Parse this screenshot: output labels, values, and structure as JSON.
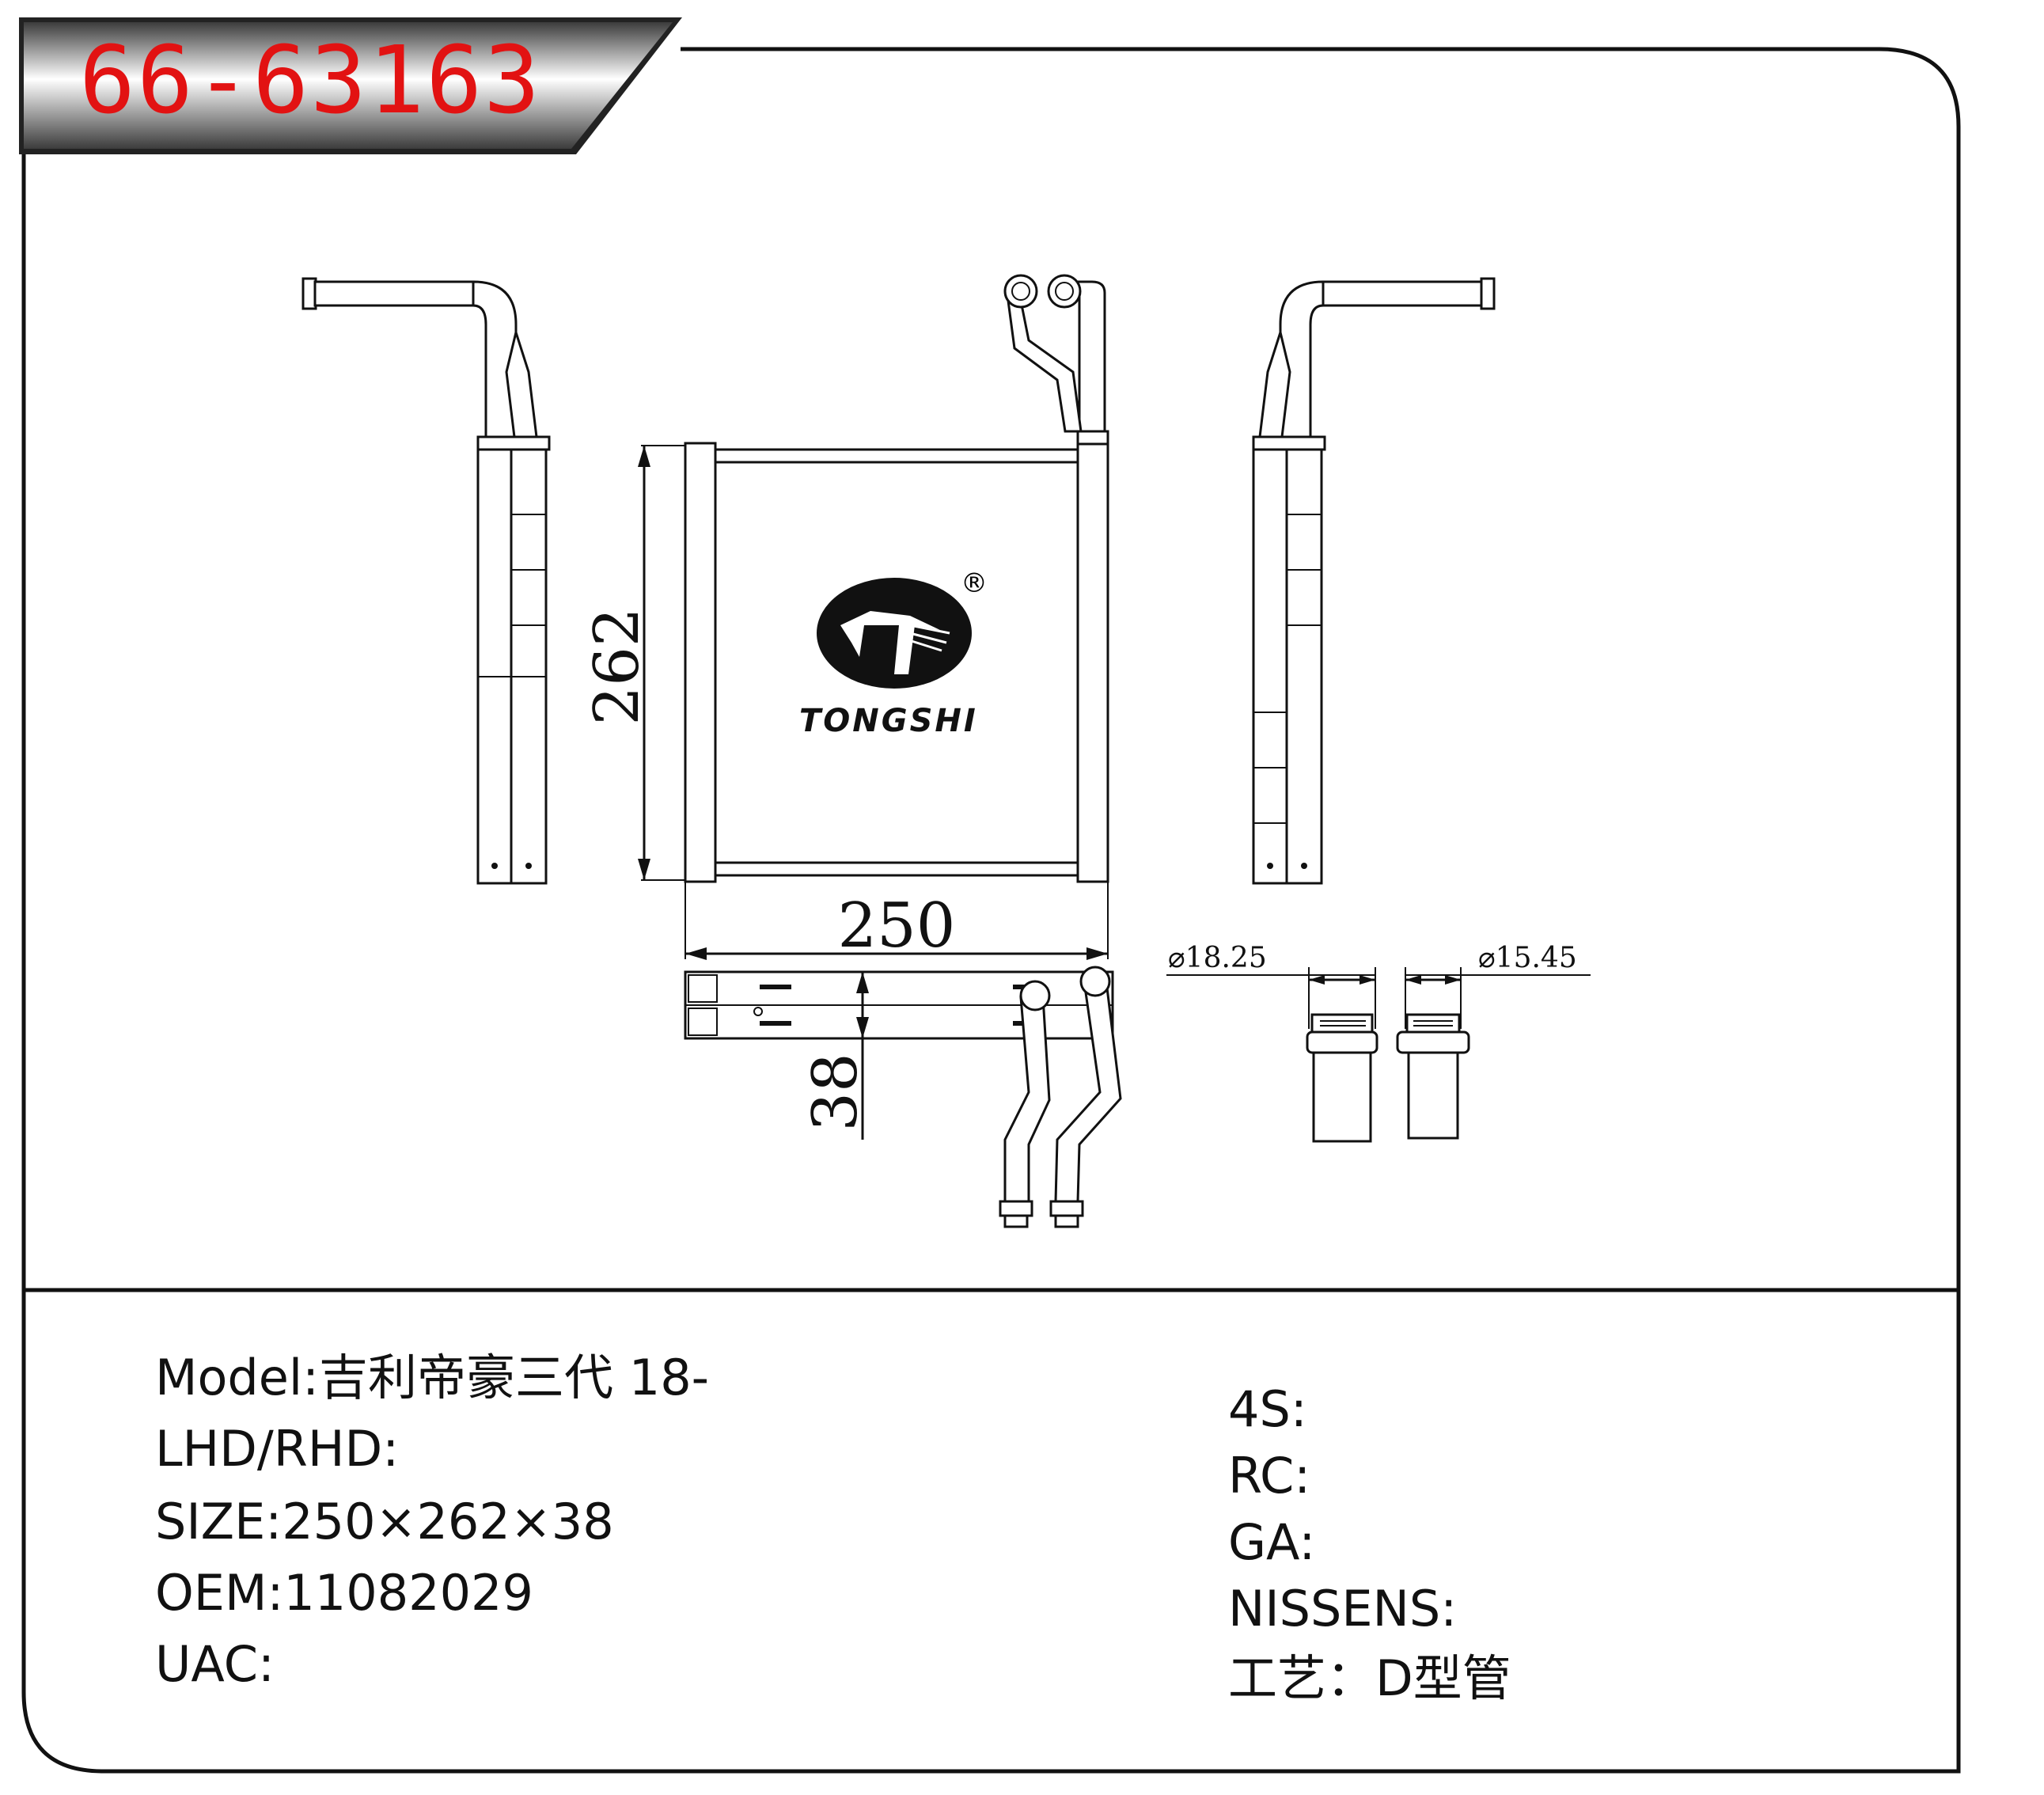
{
  "header": {
    "part_number": "66-63163"
  },
  "brand": {
    "name": "TONGSHI",
    "registered_mark": "®"
  },
  "dimensions": {
    "height": "262",
    "width": "250",
    "depth": "38",
    "inlet_diameter": "⌀18.25",
    "outlet_diameter": "⌀15.45"
  },
  "specs_left": [
    {
      "label": "Model",
      "sep": ":",
      "value": "吉利帝豪三代 18-"
    },
    {
      "label": "LHD/RHD",
      "sep": ":",
      "value": ""
    },
    {
      "label": "SIZE",
      "sep": ":",
      "value": "250×262×38"
    },
    {
      "label": "OEM",
      "sep": ":",
      "value": "11082029"
    },
    {
      "label": "UAC",
      "sep": ":",
      "value": ""
    }
  ],
  "specs_right": [
    {
      "label": "4S",
      "sep": ":",
      "value": ""
    },
    {
      "label": "RC",
      "sep": ":",
      "value": ""
    },
    {
      "label": "GA",
      "sep": ":",
      "value": ""
    },
    {
      "label": "NISSENS",
      "sep": ":",
      "value": ""
    },
    {
      "label": "工艺",
      "sep": "：",
      "value": "D型管"
    }
  ],
  "colors": {
    "part_number": "#e21212",
    "outline": "#111111",
    "banner_dark": "#4a4a4a"
  }
}
